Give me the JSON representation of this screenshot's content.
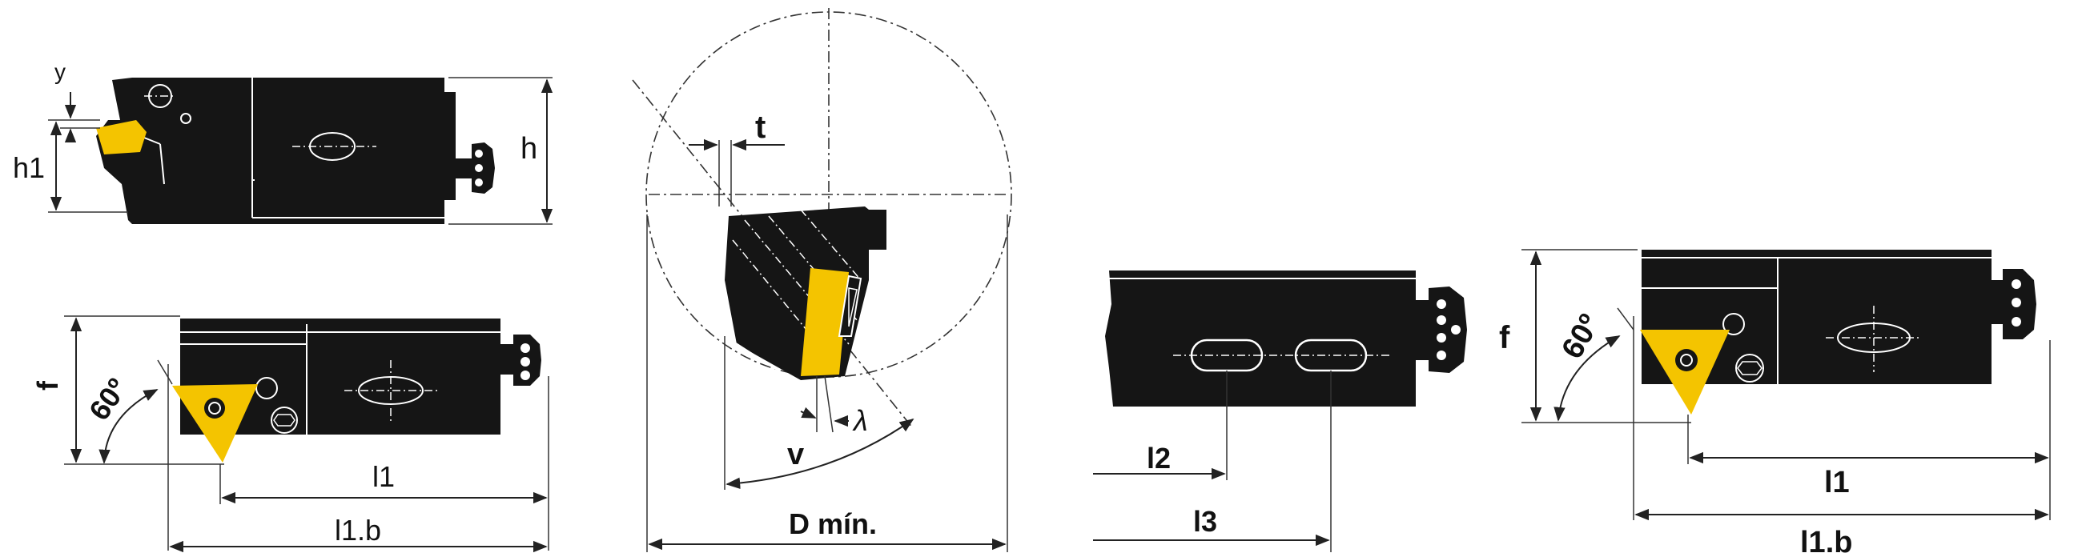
{
  "labels": {
    "y": "y",
    "h1": "h1",
    "h": "h",
    "t": "t",
    "f_left": "f",
    "angle_left": "60º",
    "l1_left": "l1",
    "l1b_left": "l1.b",
    "v": "v",
    "lambda": "λ",
    "d_min": "D mín.",
    "l2": "l2",
    "l3": "l3",
    "f_right": "f",
    "angle_right": "60º",
    "l1_right": "l1",
    "l1b_right": "l1.b"
  },
  "colors": {
    "body": "#151515",
    "insert": "#f4c400",
    "lines": "#222222",
    "background": "#ffffff"
  }
}
